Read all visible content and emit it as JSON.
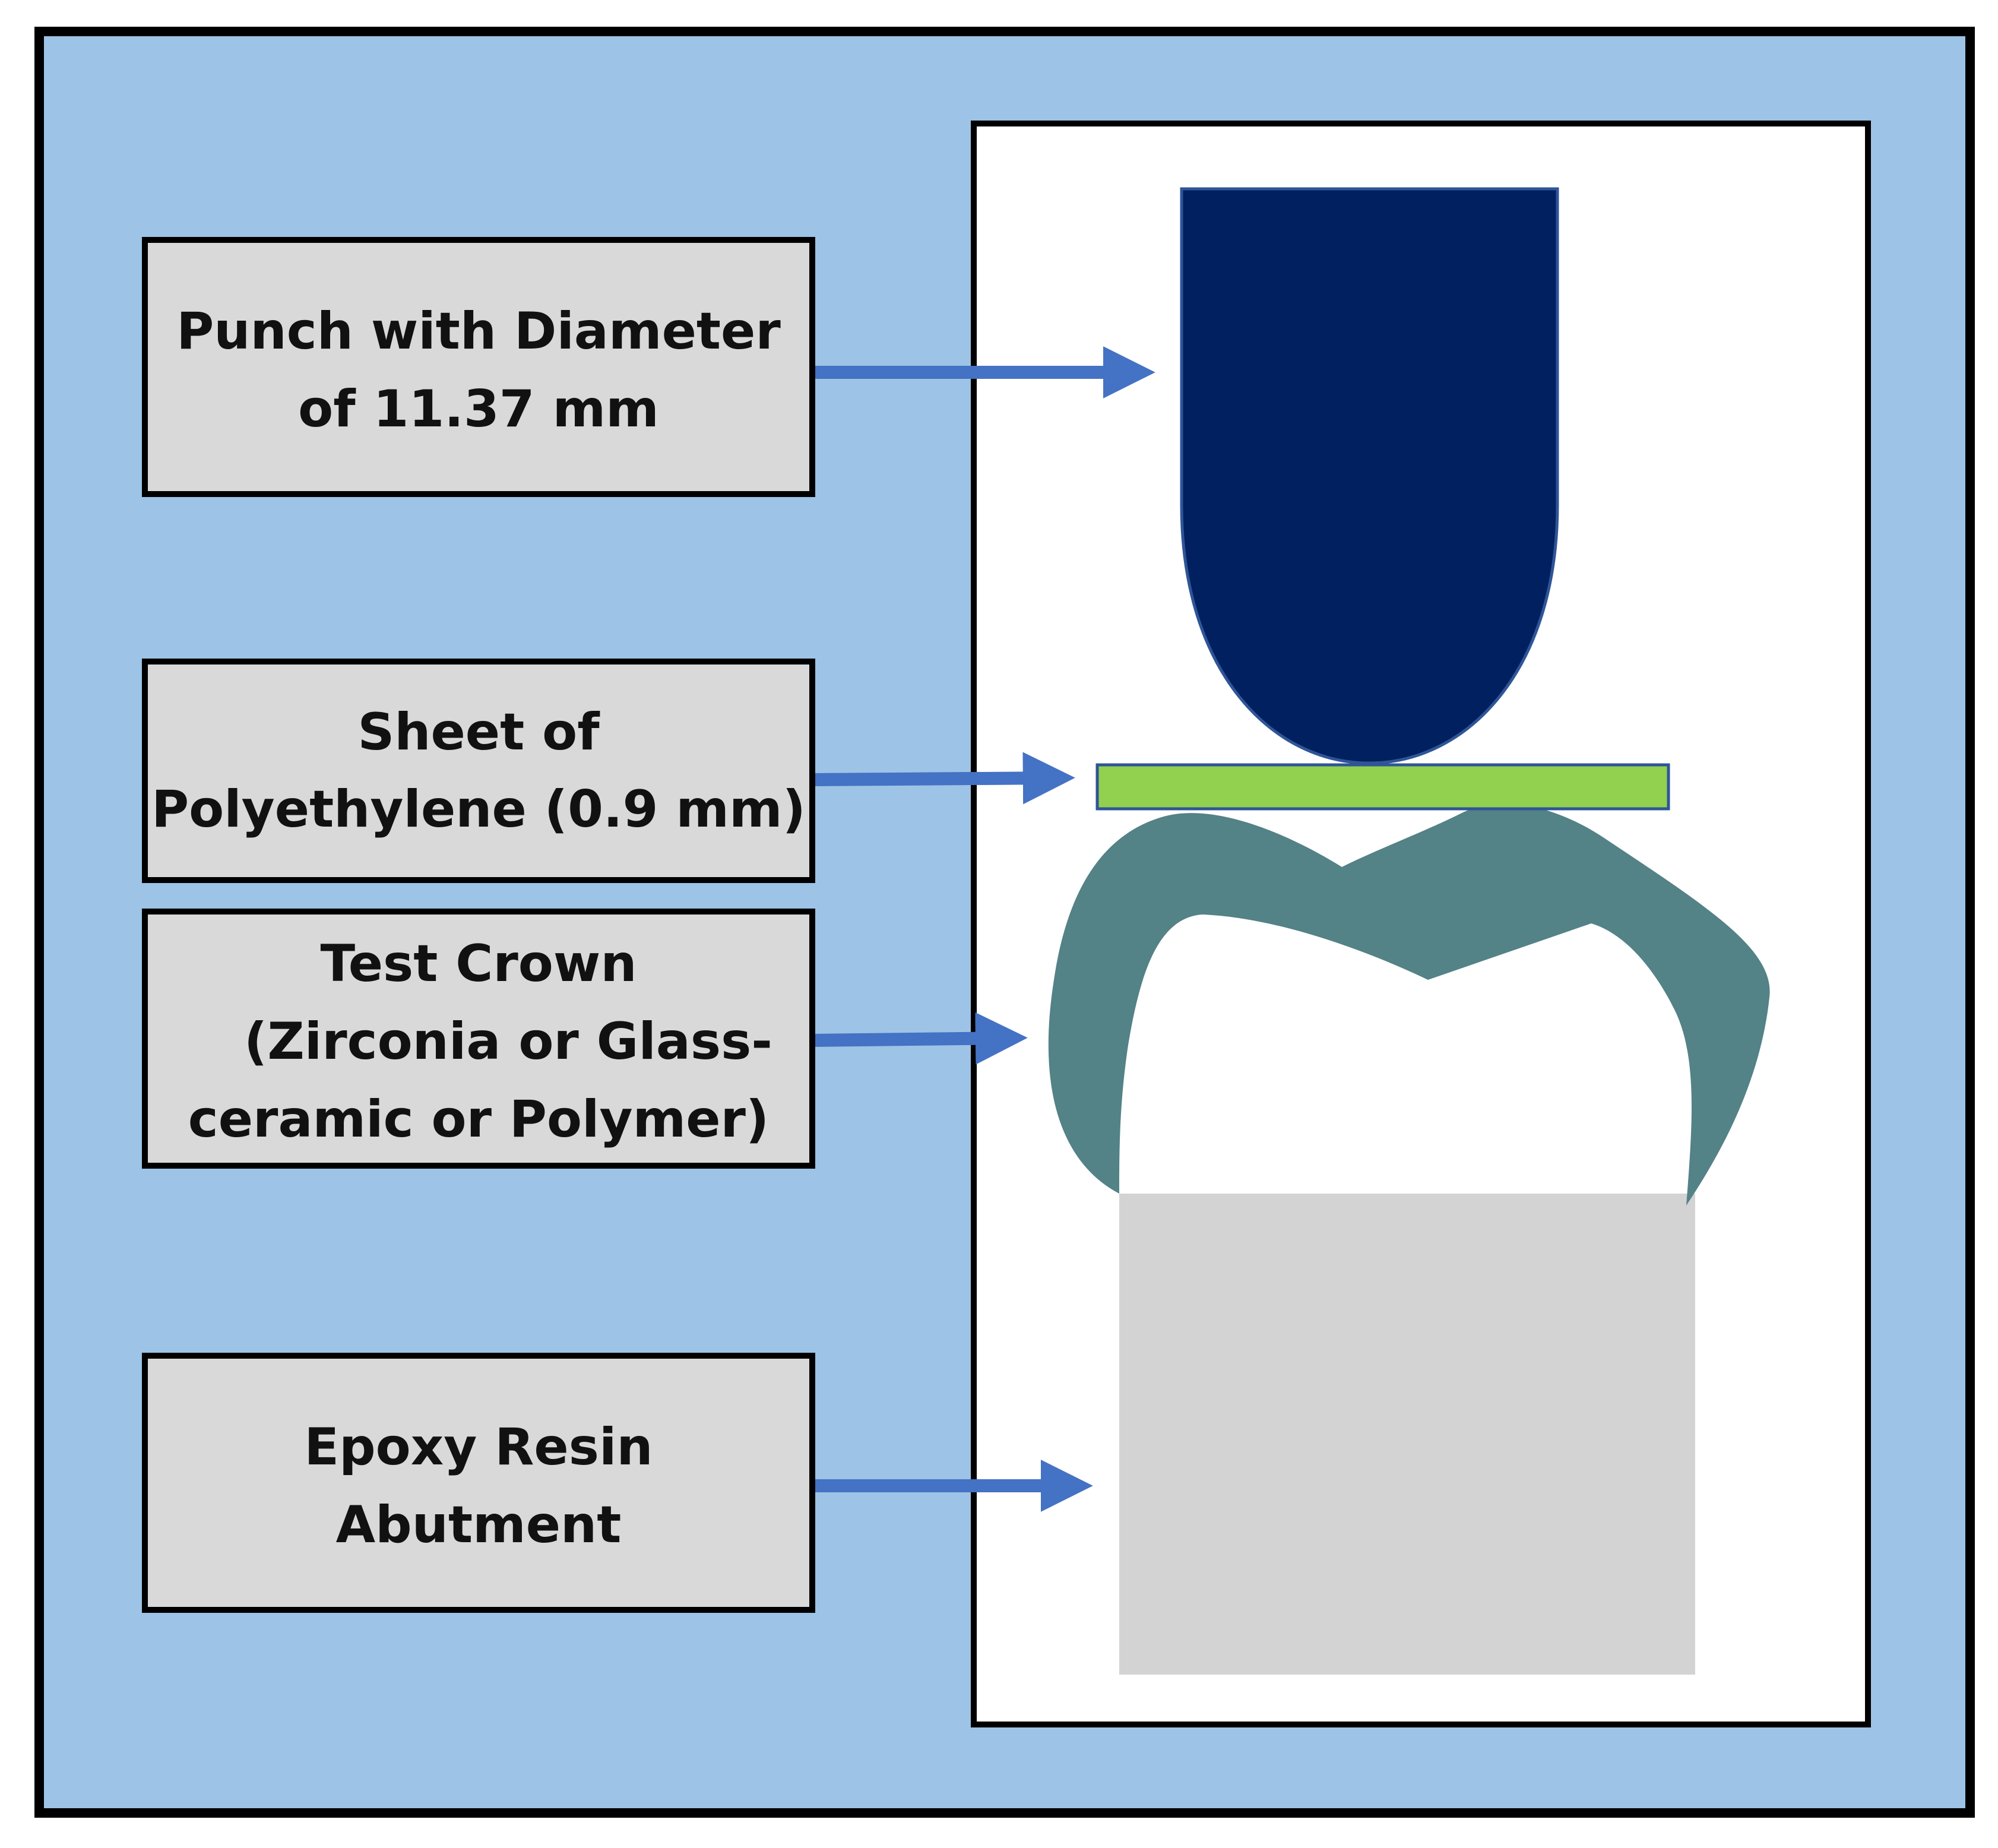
{
  "labels": {
    "punch": [
      "Punch with Diameter",
      "of 11.37 mm"
    ],
    "sheet": [
      "Sheet of",
      "Polyethylene (0.9 mm)"
    ],
    "crown": [
      "Test Crown",
      "(Zirconia or Glass-",
      "ceramic or Polymer)"
    ],
    "abutment": [
      "Epoxy Resin",
      "Abutment"
    ]
  },
  "colors": {
    "background": "#9dc3e6",
    "panel": "#ffffff",
    "label_box": "#d9d9d9",
    "arrow": "#4472c4",
    "punch": "#002060",
    "sheet": "#92d050",
    "crown": "#538287",
    "abutment": "#d3d3d3"
  }
}
